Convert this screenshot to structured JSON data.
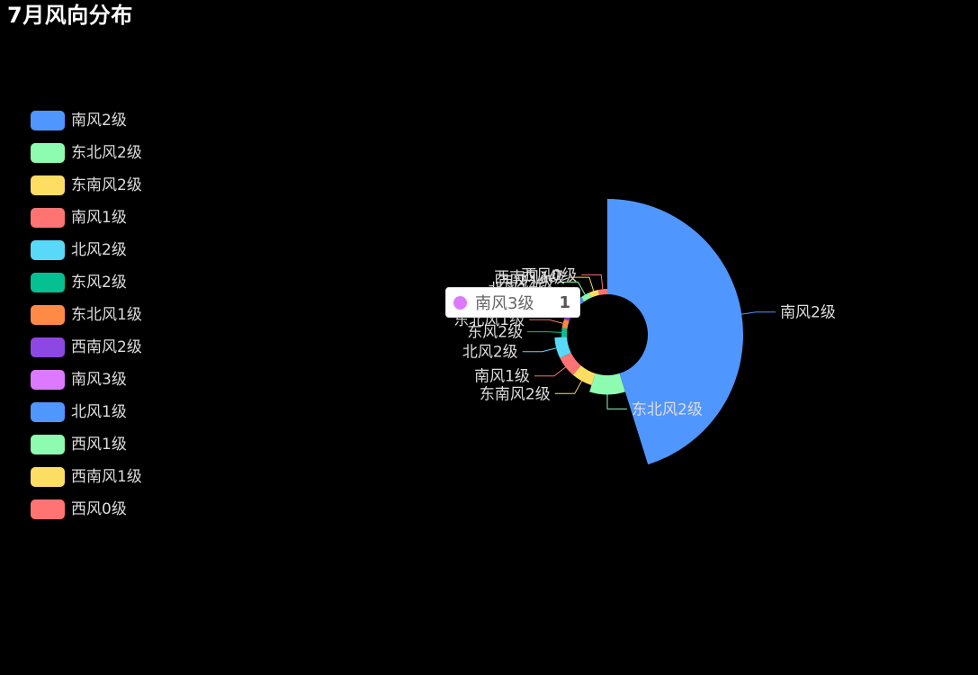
{
  "title": "7月风向分布",
  "chart_data": {
    "type": "pie",
    "title": "7月风向分布",
    "rose_type": "radius",
    "legend_position": "left",
    "categories": [
      "南风2级",
      "东北风2级",
      "东南风2级",
      "南风1级",
      "北风2级",
      "东风2级",
      "东北风1级",
      "西南风2级",
      "南风3级",
      "北风1级",
      "西风1级",
      "西南风1级",
      "西风0级"
    ],
    "values": [
      14,
      3,
      2,
      2,
      2,
      1,
      1,
      1,
      1,
      1,
      1,
      1,
      1
    ],
    "colors": [
      "#5096ff",
      "#8dfcb0",
      "#fedd63",
      "#ff7373",
      "#58d9f9",
      "#05c091",
      "#ff8a45",
      "#8d48e3",
      "#dd79ff",
      "#5096ff",
      "#8dfcb0",
      "#fedd63",
      "#ff7373"
    ]
  },
  "tooltip": {
    "name": "南风3级",
    "value": "1",
    "color": "#dd79ff"
  }
}
